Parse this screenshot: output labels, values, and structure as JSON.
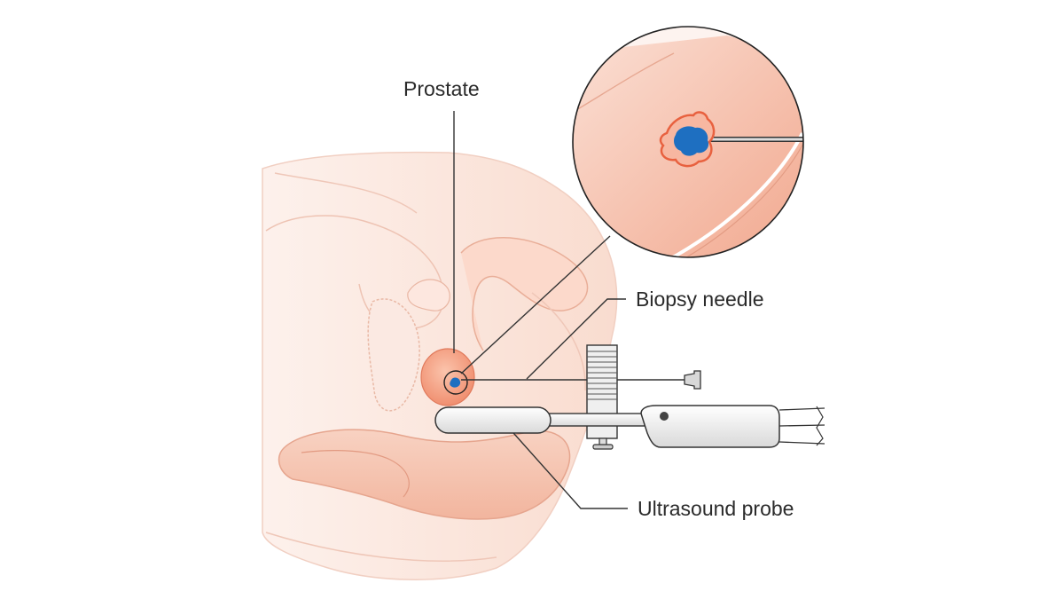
{
  "labels": {
    "prostate": "Prostate",
    "biopsy_needle": "Biopsy needle",
    "ultrasound_probe": "Ultrasound probe"
  },
  "colors": {
    "skin_light": "#fbe6df",
    "skin_line": "#f0c0b0",
    "rectum_fill": "#f6c9b8",
    "prostate_fill": "#f4a487",
    "tumor_blue": "#1e6fc1",
    "tumor_outline": "#e8613f",
    "leader_line": "#333333",
    "instrument_fill": "#efefef",
    "instrument_stroke": "#3a3a3a"
  }
}
